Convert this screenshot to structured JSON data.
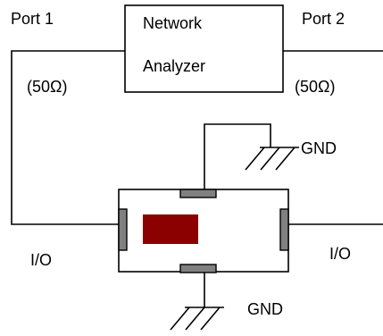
{
  "labels": {
    "port1": "Port 1",
    "port2": "Port 2",
    "analyzer_line1": "Network",
    "analyzer_line2": "Analyzer",
    "impedance_left": "(50Ω)",
    "impedance_right": "(50Ω)",
    "gnd_top": "GND",
    "gnd_bottom": "GND",
    "io_left": "I/O",
    "io_right": "I/O"
  },
  "colors": {
    "line": "#000000",
    "pad_fill": "#808080",
    "chip_fill": "#8b0000",
    "background": "#ffffff"
  }
}
